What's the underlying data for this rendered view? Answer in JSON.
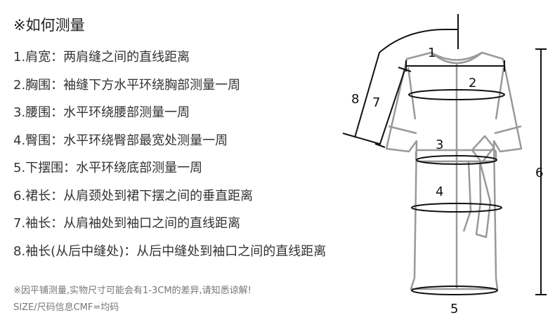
{
  "header": {
    "title": "※如何测量"
  },
  "measurements": [
    "1.肩宽：两肩缝之间的直线距离",
    "2.胸围：袖缝下方水平环绕胸部测量一周",
    "3.腰围：水平环绕腰部测量一周",
    "4.臀围：水平环绕臀部最宽处测量一周",
    "5.下摆围：水平环绕底部测量一周",
    "6.裙长：从肩颈处到裙下摆之间的垂直距离",
    "7.袖长：从肩袖处到袖口之间的直线距离",
    "8.袖长(从后中缝处)：从后中缝处到袖口之间的直线距离"
  ],
  "footer": {
    "note": "※因平铺测量,实物尺寸可能会有1-3CM的差异,请知悉谅解!",
    "size_info": "SIZE/尺码信息CMF=均码"
  },
  "figure": {
    "labels": [
      "1",
      "2",
      "3",
      "4",
      "5",
      "6",
      "7",
      "8"
    ],
    "line_color": "#111111",
    "garment_color": "#999999"
  }
}
